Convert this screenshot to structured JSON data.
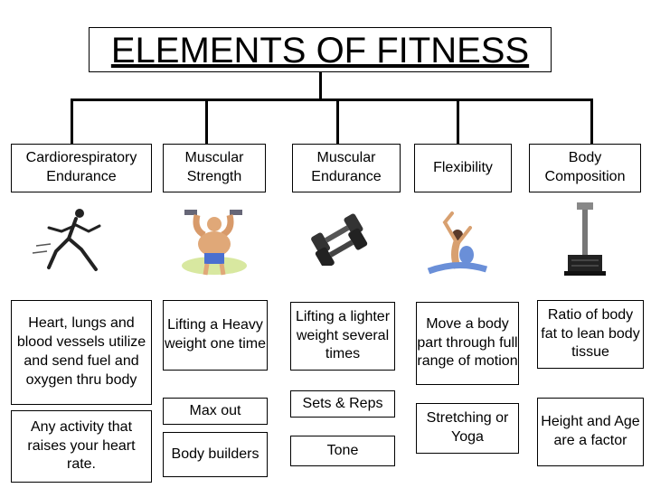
{
  "title": "ELEMENTS OF FITNESS",
  "columns": [
    {
      "header": "Cardiorespiratory Endurance",
      "image": "runner-icon",
      "details": [
        "Heart, lungs and blood vessels utilize and send fuel and oxygen thru body",
        "Any activity that raises your heart rate."
      ]
    },
    {
      "header": "Muscular Strength",
      "image": "bodybuilder-icon",
      "details": [
        "Lifting a Heavy weight one time",
        "Max out",
        "Body builders"
      ]
    },
    {
      "header": "Muscular Endurance",
      "image": "dumbbells-icon",
      "details": [
        "Lifting a lighter weight several times",
        "Sets & Reps",
        "Tone"
      ]
    },
    {
      "header": "Flexibility",
      "image": "yoga-pose-icon",
      "details": [
        "Move a body part through full range of motion",
        "Stretching or Yoga"
      ]
    },
    {
      "header": "Body Composition",
      "image": "scale-icon",
      "details": [
        "Ratio of body fat to lean body tissue",
        "Height and Age are a factor"
      ]
    }
  ]
}
